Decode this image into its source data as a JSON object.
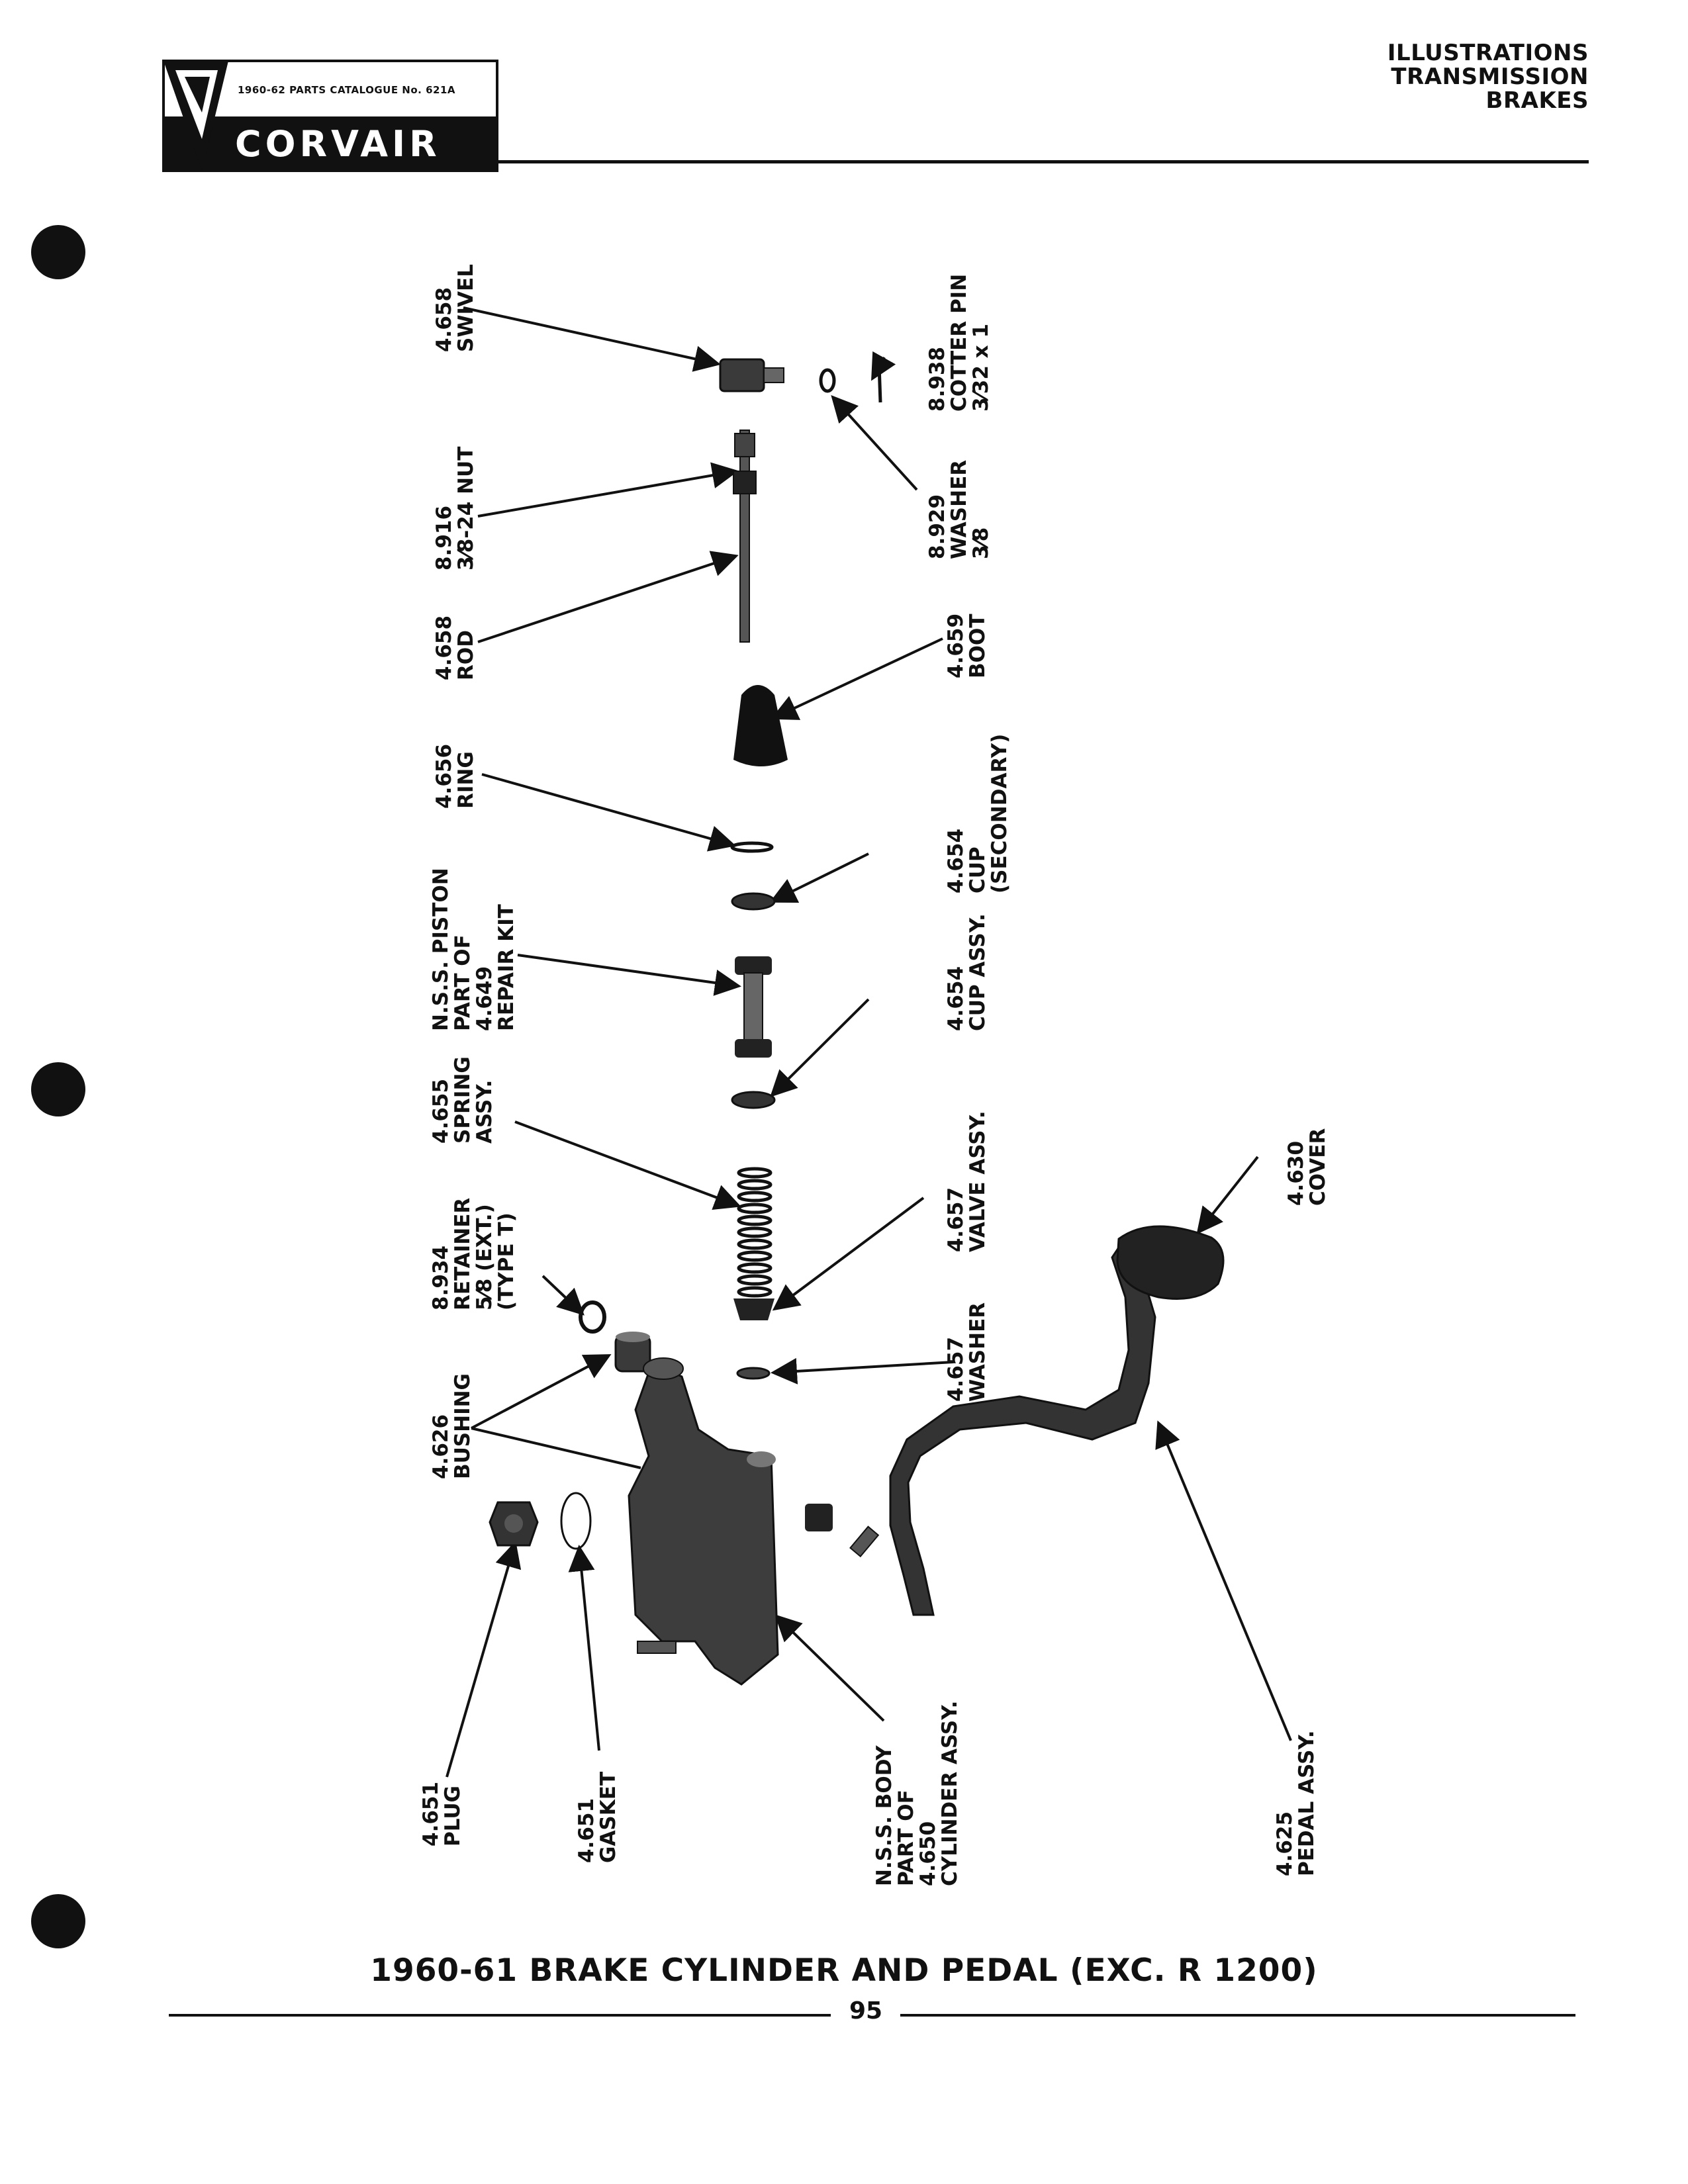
{
  "header": {
    "catalog": "1960-62 PARTS CATALOGUE No. 621A",
    "brand": "CORVAIR",
    "sections": [
      "ILLUSTRATIONS",
      "TRANSMISSION",
      "BRAKES"
    ]
  },
  "callouts": {
    "swivel": [
      "4.658",
      "SWIVEL"
    ],
    "cotter_pin": [
      "8.938",
      "COTTER PIN",
      "3⁄32 x 1"
    ],
    "nut": [
      "8.916",
      "3⁄8-24 NUT"
    ],
    "rod": [
      "4.658",
      "ROD"
    ],
    "washer_38": [
      "8.929",
      "WASHER",
      "3⁄8"
    ],
    "boot": [
      "4.659",
      "BOOT"
    ],
    "ring": [
      "4.656",
      "RING"
    ],
    "cup_secondary": [
      "4.654",
      "CUP",
      "(SECONDARY)"
    ],
    "piston": [
      "N.S.S. PISTON",
      "PART OF",
      "4.649",
      "REPAIR KIT"
    ],
    "cup_assy": [
      "4.654",
      "CUP ASSY."
    ],
    "spring": [
      "4.655",
      "SPRING",
      "ASSY."
    ],
    "valve": [
      "4.657",
      "VALVE ASSY."
    ],
    "cover": [
      "4.630",
      "COVER"
    ],
    "retainer": [
      "8.934",
      "RETAINER",
      "5⁄8 (EXT.)",
      "(TYPE T)"
    ],
    "washer_valve": [
      "4.657",
      "WASHER"
    ],
    "bushing": [
      "4.626",
      "BUSHING"
    ],
    "plug": [
      "4.651",
      "PLUG"
    ],
    "gasket": [
      "4.651",
      "GASKET"
    ],
    "body": [
      "N.S.S. BODY",
      "PART OF",
      "4.650",
      "CYLINDER ASSY."
    ],
    "pedal": [
      "4.625",
      "PEDAL ASSY."
    ]
  },
  "title": "1960-61 BRAKE CYLINDER AND PEDAL (EXC. R 1200)",
  "page_number": "95"
}
